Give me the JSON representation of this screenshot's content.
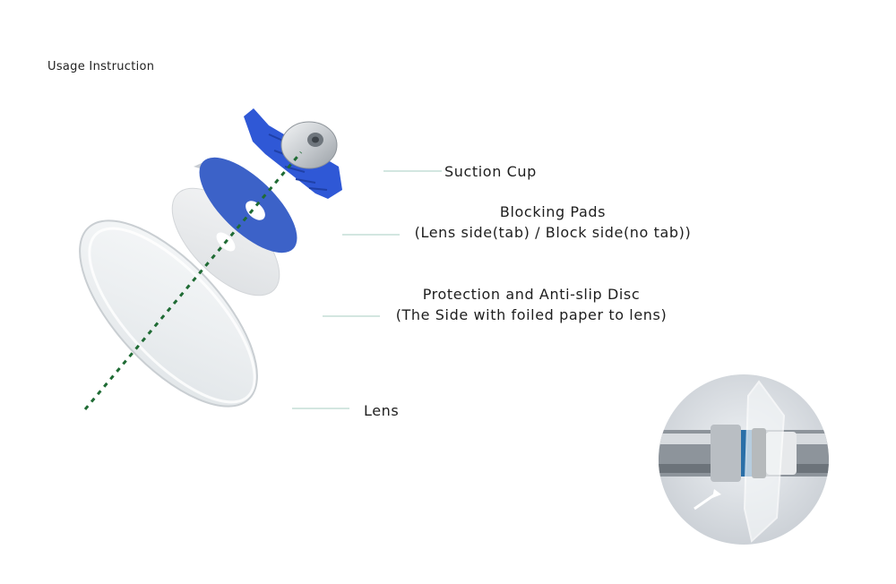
{
  "heading": "Usage Instruction",
  "parts": [
    {
      "id": "suction-cup",
      "line1": "Suction Cup",
      "line2": ""
    },
    {
      "id": "blocking-pads",
      "line1": "Blocking Pads",
      "line2": "(Lens side(tab) / Block side(no tab))"
    },
    {
      "id": "protection-disc",
      "line1": "Protection and Anti-slip Disc",
      "line2": "(The Side with foiled paper to lens)"
    },
    {
      "id": "lens",
      "line1": "Lens",
      "line2": ""
    }
  ],
  "colors": {
    "pad_blue": "#3c62c8",
    "axis_green": "#1f6b34",
    "leader": "#b9d6ce"
  }
}
